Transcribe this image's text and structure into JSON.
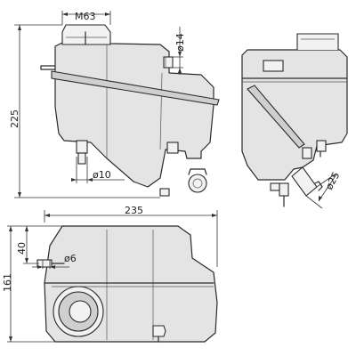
{
  "dimensions": {
    "side_view": {
      "m63": "M63",
      "d14": "ø14",
      "h225": "225",
      "d10": "ø10"
    },
    "end_view": {
      "d25": "ø25"
    },
    "top_view": {
      "w235": "235",
      "h161": "161",
      "h40": "40",
      "d6": "ø6"
    }
  },
  "colors": {
    "tank_fill": "#e4e4e4",
    "line": "#2a2a2a"
  }
}
